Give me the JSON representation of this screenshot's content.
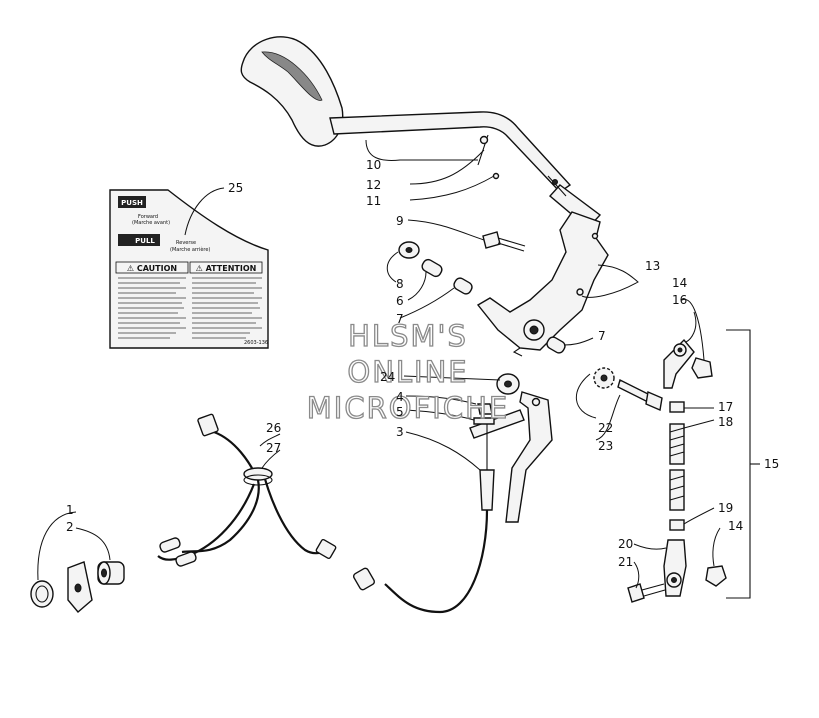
{
  "watermark": [
    "HLSM'S",
    "ONLINE",
    "MICROFICHE"
  ],
  "callouts": [
    {
      "id": "c1",
      "text": "1"
    },
    {
      "id": "c2",
      "text": "2"
    },
    {
      "id": "c3",
      "text": "3"
    },
    {
      "id": "c4",
      "text": "4"
    },
    {
      "id": "c5",
      "text": "5"
    },
    {
      "id": "c6",
      "text": "6"
    },
    {
      "id": "c7a",
      "text": "7"
    },
    {
      "id": "c7b",
      "text": "7"
    },
    {
      "id": "c8",
      "text": "8"
    },
    {
      "id": "c9",
      "text": "9"
    },
    {
      "id": "c10",
      "text": "10"
    },
    {
      "id": "c11",
      "text": "11"
    },
    {
      "id": "c12",
      "text": "12"
    },
    {
      "id": "c13",
      "text": "13"
    },
    {
      "id": "c14a",
      "text": "14"
    },
    {
      "id": "c14b",
      "text": "14"
    },
    {
      "id": "c15",
      "text": "15"
    },
    {
      "id": "c16",
      "text": "16"
    },
    {
      "id": "c17",
      "text": "17"
    },
    {
      "id": "c18",
      "text": "18"
    },
    {
      "id": "c19",
      "text": "19"
    },
    {
      "id": "c20",
      "text": "20"
    },
    {
      "id": "c21",
      "text": "21"
    },
    {
      "id": "c22",
      "text": "22"
    },
    {
      "id": "c23",
      "text": "23"
    },
    {
      "id": "c24",
      "text": "24"
    },
    {
      "id": "c25",
      "text": "25"
    },
    {
      "id": "c26",
      "text": "26"
    },
    {
      "id": "c27",
      "text": "27"
    }
  ],
  "decal": {
    "push": "PUSH",
    "forward": "Forward",
    "forward_fr": "(Marche avant)",
    "pull": "PULL",
    "reverse": "Reverse",
    "reverse_fr": "(Marche arrière)",
    "caution": "⚠ CAUTION",
    "attention": "⚠ ATTENTION",
    "part_no": "2603-136"
  }
}
